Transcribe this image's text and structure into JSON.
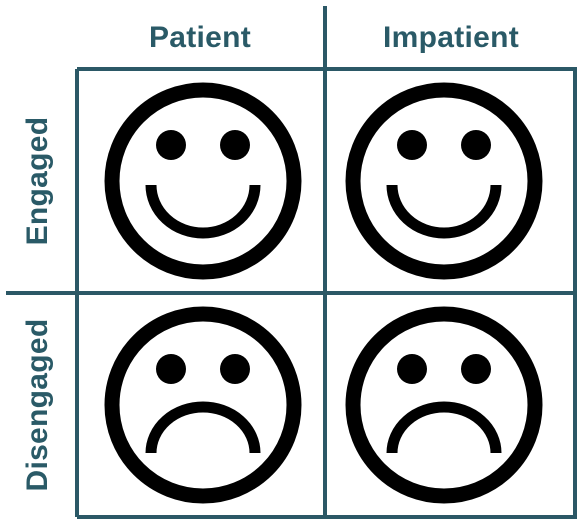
{
  "columns": [
    {
      "label": "Patient"
    },
    {
      "label": "Impatient"
    }
  ],
  "rows": [
    {
      "label": "Engaged"
    },
    {
      "label": "Disengaged"
    }
  ],
  "cells": [
    {
      "row": "Engaged",
      "column": "Patient",
      "face": "smiley-face-icon"
    },
    {
      "row": "Engaged",
      "column": "Impatient",
      "face": "smiley-face-icon"
    },
    {
      "row": "Disengaged",
      "column": "Patient",
      "face": "frowning-face-icon"
    },
    {
      "row": "Disengaged",
      "column": "Impatient",
      "face": "frowning-face-icon"
    }
  ],
  "colors": {
    "label": "#2a5a67",
    "grid": "#2b5866",
    "face": "#000000",
    "background": "#ffffff"
  }
}
